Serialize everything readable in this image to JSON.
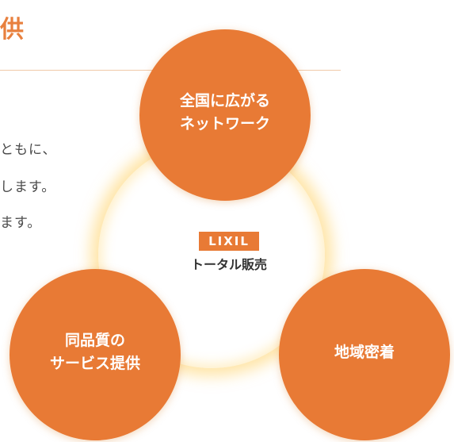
{
  "heading": "供",
  "body_lines": [
    "ともに、",
    "します。",
    "ます。"
  ],
  "colors": {
    "accent": "#e87a35",
    "glow": "#ffd060",
    "text": "#4a4a4a"
  },
  "hub": {
    "logo_text": "LIXIL",
    "label": "トータル販売"
  },
  "nodes": {
    "top": {
      "lines": [
        "全国に広がる",
        "ネットワーク"
      ]
    },
    "left": {
      "lines": [
        "同品質の",
        "サービス提供"
      ]
    },
    "right": {
      "lines": [
        "地域密着"
      ]
    }
  }
}
